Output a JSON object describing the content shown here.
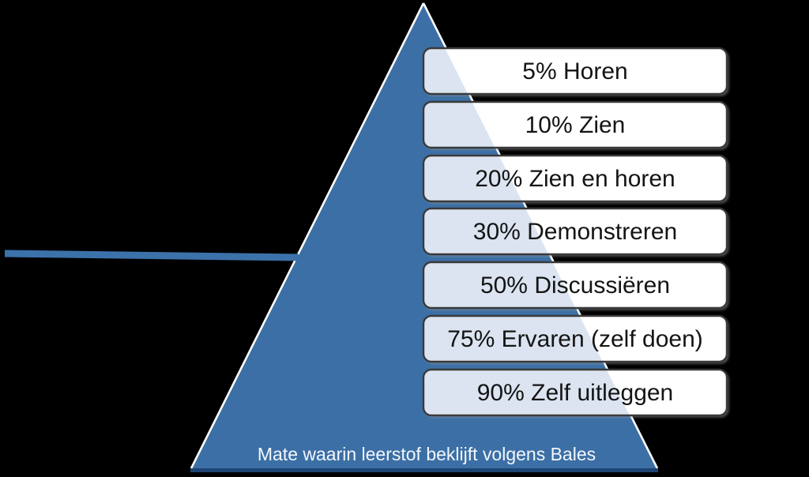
{
  "diagram": {
    "type": "pyramid",
    "caption": "Mate waarin leerstof beklijft volgens Bales",
    "levels": [
      {
        "percent": 5,
        "method": "Horen",
        "label": "5% Horen"
      },
      {
        "percent": 10,
        "method": "Zien",
        "label": "10% Zien"
      },
      {
        "percent": 20,
        "method": "Zien en horen",
        "label": "20% Zien en horen"
      },
      {
        "percent": 30,
        "method": "Demonstreren",
        "label": "30% Demonstreren"
      },
      {
        "percent": 50,
        "method": "Discussiëren",
        "label": "50% Discussiëren"
      },
      {
        "percent": 75,
        "method": "Ervaren (zelf doen)",
        "label": "75% Ervaren (zelf doen)"
      },
      {
        "percent": 90,
        "method": "Zelf uitleggen",
        "label": "90% Zelf uitleggen"
      }
    ],
    "colors": {
      "background": "#000000",
      "pyramid_fill": "#3c6fa5",
      "pyramid_edge": "#ffffff",
      "pyramid_base_line": "#1c4472",
      "box_fill": "#ffffff",
      "box_overlap_tint": "#dbe4f0",
      "box_border": "#3a3a3a",
      "label_text": "#141414",
      "caption_text": "#f2f7fc",
      "connector_line": "#3c72aa"
    }
  }
}
